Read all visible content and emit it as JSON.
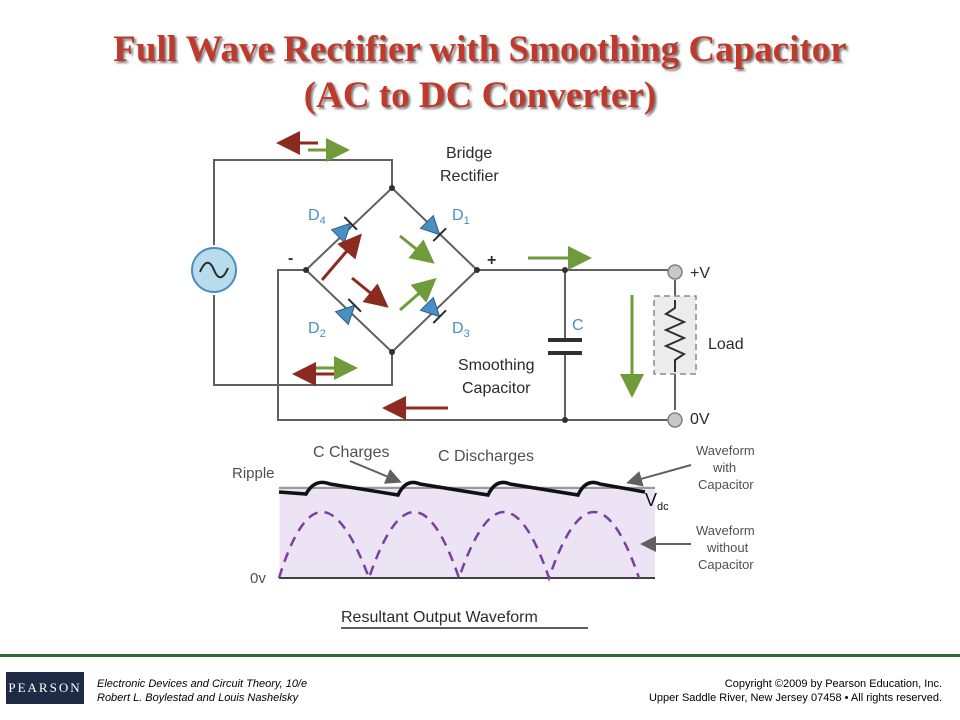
{
  "title": {
    "line1": "Full Wave Rectifier with Smoothing Capacitor",
    "line2": "(AC to DC Converter)"
  },
  "circuit": {
    "bridge_label_1": "Bridge",
    "bridge_label_2": "Rectifier",
    "d4_main": "D",
    "d4_sub": "4",
    "d1_main": "D",
    "d1_sub": "1",
    "d2_main": "D",
    "d2_sub": "2",
    "d3_main": "D",
    "d3_sub": "3",
    "minus": "-",
    "plus": "+",
    "cap_label": "C",
    "smoothing_1": "Smoothing",
    "smoothing_2": "Capacitor",
    "vplus": "+V",
    "vzero": "0V",
    "load": "Load"
  },
  "waveform": {
    "c_charges": "C Charges",
    "c_discharges": "C Discharges",
    "ripple": "Ripple",
    "zero_v": "0v",
    "vdc_main": "V",
    "vdc_sub": "dc",
    "with_cap_1": "Waveform",
    "with_cap_2": "with",
    "with_cap_3": "Capacitor",
    "without_cap_1": "Waveform",
    "without_cap_2": "without",
    "without_cap_3": "Capacitor",
    "caption": "Resultant Output Waveform"
  },
  "colors": {
    "title": "#c0392b",
    "diode": "#4a8fc4",
    "arrow_red": "#8b2a1e",
    "arrow_green": "#6f9b3a",
    "wire": "#606060",
    "dash_wave": "#7b3fa0",
    "fill_wave": "#ece4f4"
  },
  "footer": {
    "logo": "PEARSON",
    "book_line1": "Electronic Devices and Circuit Theory, 10/e",
    "book_line2": "Robert L. Boylestad and Louis Nashelsky",
    "copyright_line1": "Copyright ©2009 by Pearson Education, Inc.",
    "copyright_line2": "Upper Saddle River, New Jersey 07458 • All rights reserved."
  }
}
